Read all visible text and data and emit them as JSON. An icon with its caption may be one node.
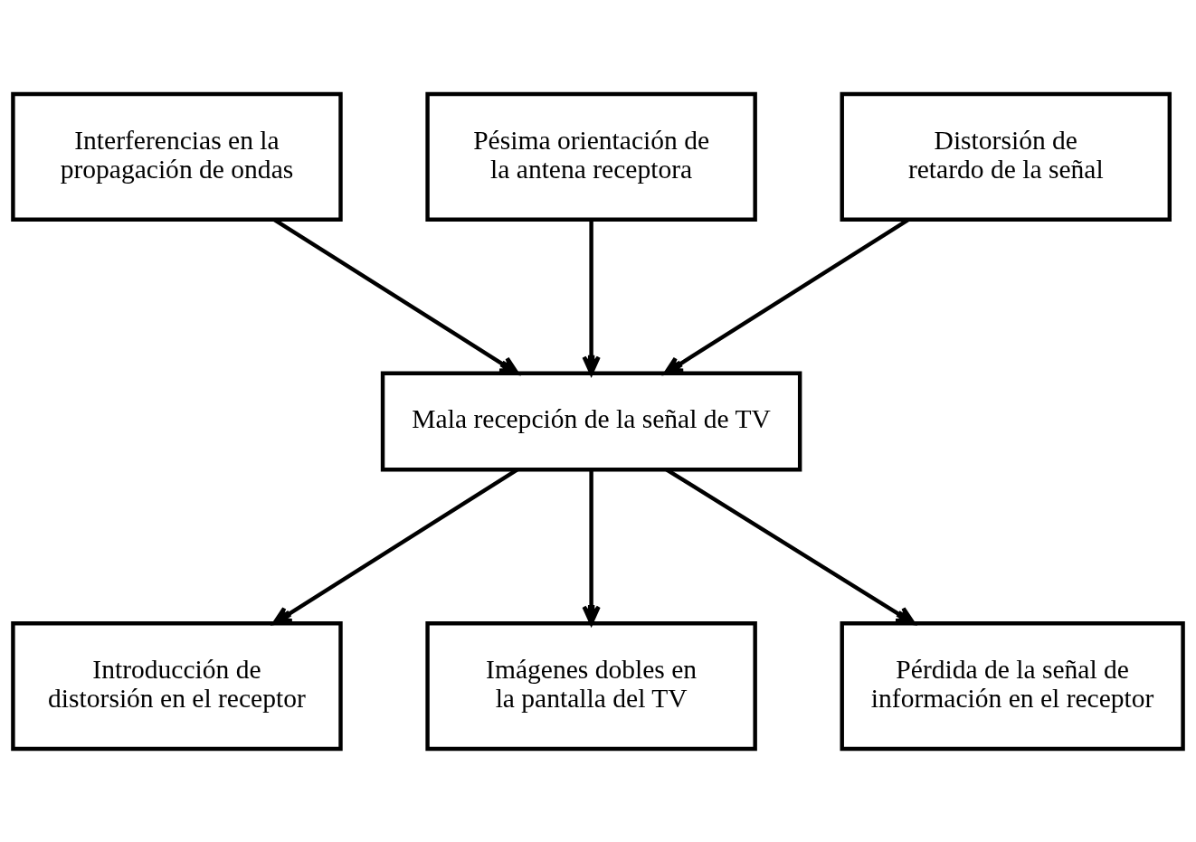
{
  "diagram": {
    "nodes": [
      {
        "text": [
          "Interferencias en la propagación de ondas"
        ]
      },
      {
        "text": [
          "Pésima orientación de la antena receptora"
        ]
      },
      {
        "text": [
          "Distorsión de retardo de la señal"
        ]
      },
      {
        "text": [
          "Mala recepción de la señal de TV"
        ]
      },
      {
        "text": [
          "Introducción de distorsión en el receptor"
        ]
      },
      {
        "text": [
          "Imágenes dobles en la pantalla del TV"
        ]
      },
      {
        "text": [
          "Pérdida de la señal de información en el receptor"
        ]
      }
    ],
    "edges": [
      {
        "from": 0,
        "to": 3,
        "arrow": "to"
      },
      {
        "from": 1,
        "to": 3,
        "arrow": "to"
      },
      {
        "from": 2,
        "to": 3,
        "arrow": "to"
      },
      {
        "from": 3,
        "to": 4,
        "arrow": "to"
      },
      {
        "from": 3,
        "to": 5,
        "arrow": "to"
      },
      {
        "from": 3,
        "to": 6,
        "arrow": "to"
      }
    ]
  }
}
